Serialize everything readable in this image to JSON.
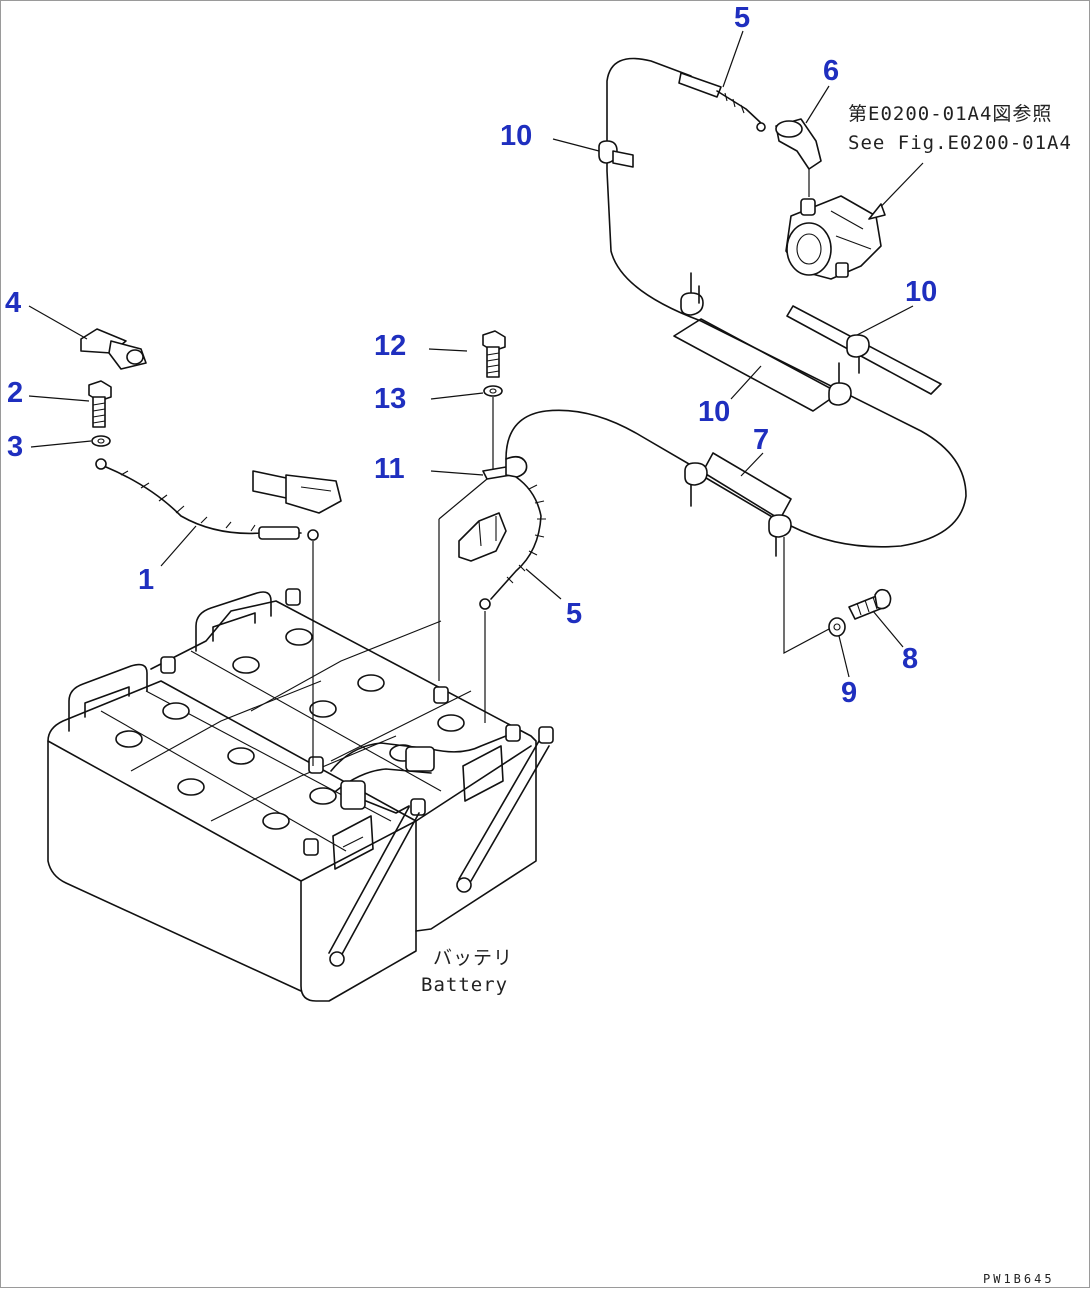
{
  "callouts": {
    "c1": "1",
    "c2": "2",
    "c3": "3",
    "c4": "4",
    "c5a": "5",
    "c5b": "5",
    "c6": "6",
    "c7": "7",
    "c8": "8",
    "c9": "9",
    "c10a": "10",
    "c10b": "10",
    "c10c": "10",
    "c11": "11",
    "c12": "12",
    "c13": "13"
  },
  "notes": {
    "ref_jp": "第E0200-01A4図参照",
    "ref_en": "See Fig.E0200-01A4",
    "battery_jp": "バッテリ",
    "battery_en": "Battery"
  },
  "figure_code": "PW1B645",
  "colors": {
    "callout": "#1f2fbf",
    "line": "#111111"
  }
}
